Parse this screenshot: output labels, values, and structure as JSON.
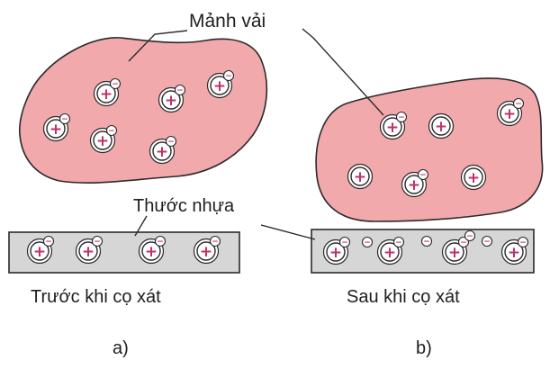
{
  "labels": {
    "cloth": "Mảnh vải",
    "ruler": "Thước nhựa",
    "before": "Trước khi cọ xát",
    "after": "Sau khi cọ xát",
    "part_a": "a)",
    "part_b": "b)"
  },
  "symbols": {
    "positive": "+",
    "negative": "−"
  },
  "colors": {
    "cloth_fill": "#f2a9ac",
    "ruler_fill": "#d6d6d6",
    "outline": "#2a2a2a",
    "charge_symbol": "#c0306a"
  }
}
